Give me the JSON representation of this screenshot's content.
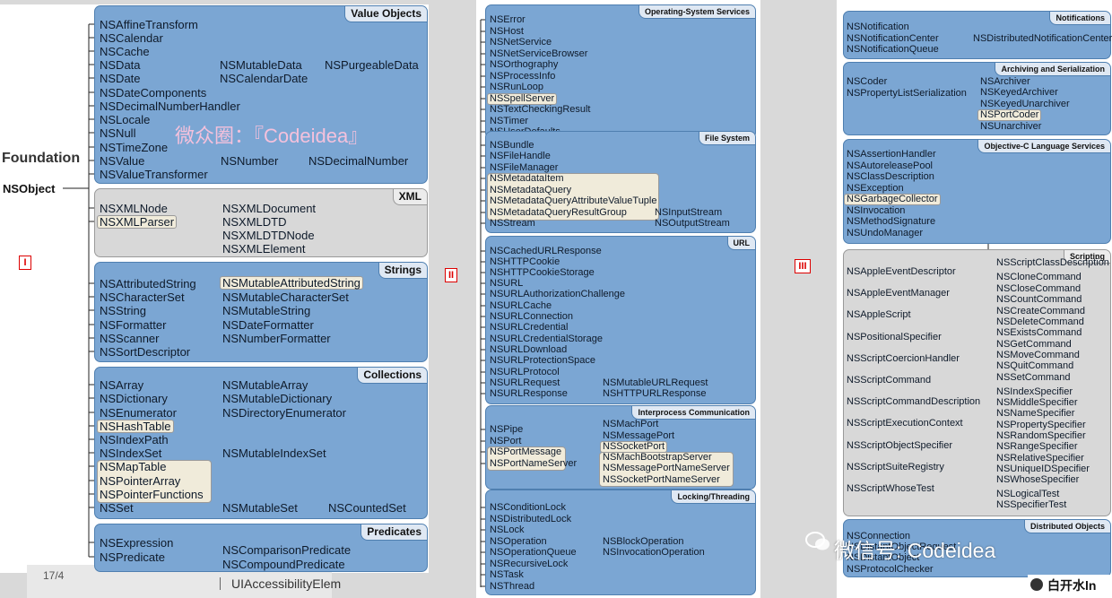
{
  "panel1": {
    "root": "NSObject",
    "foundation": "Foundation",
    "roman": "I",
    "watermark": "微众圈：『Codeidea』",
    "value_objects": {
      "title": "Value Objects",
      "items": [
        "NSAffineTransform",
        "NSCalendar",
        "NSCache",
        "NSData",
        "NSDate",
        "NSDateComponents",
        "NSDecimalNumberHandler",
        "NSLocale",
        "NSNull",
        "NSTimeZone",
        "NSValue",
        "NSValueTransformer"
      ],
      "mutable_data": "NSMutableData",
      "purgeable_data": "NSPurgeableData",
      "calendar_date": "NSCalendarDate",
      "number": "NSNumber",
      "decimal_number": "NSDecimalNumber"
    },
    "xml": {
      "title": "XML",
      "node": "NSXMLNode",
      "parser": "NSXMLParser",
      "children": [
        "NSXMLDocument",
        "NSXMLDTD",
        "NSXMLDTDNode",
        "NSXMLElement"
      ]
    },
    "strings": {
      "title": "Strings",
      "left": [
        "NSAttributedString",
        "NSCharacterSet",
        "NSString",
        "NSFormatter",
        "NSScanner",
        "NSSortDescriptor"
      ],
      "right": [
        "NSMutableAttributedString",
        "NSMutableCharacterSet",
        "NSMutableString",
        "NSDateFormatter",
        "NSNumberFormatter"
      ]
    },
    "collections": {
      "title": "Collections",
      "left": [
        "NSArray",
        "NSDictionary",
        "NSEnumerator",
        "NSHashTable",
        "NSIndexPath",
        "NSIndexSet",
        "NSMapTable",
        "NSPointerArray",
        "NSPointerFunctions",
        "NSSet"
      ],
      "right": [
        "NSMutableArray",
        "NSMutableDictionary",
        "NSDirectoryEnumerator",
        "NSMutableIndexSet",
        "NSMutableSet",
        "NSCountedSet"
      ]
    },
    "predicates": {
      "title": "Predicates",
      "left": [
        "NSExpression",
        "NSPredicate"
      ],
      "right": [
        "NSComparisonPredicate",
        "NSCompoundPredicate"
      ]
    },
    "footer_num": "17/4",
    "footer_text": "UIAccessibilityElem"
  },
  "panel2": {
    "roman": "II",
    "os": {
      "title": "Operating-System Services",
      "items": [
        "NSError",
        "NSHost",
        "NSNetService",
        "NSNetServiceBrowser",
        "NSOrthography",
        "NSProcessInfo",
        "NSRunLoop",
        "NSSpellServer",
        "NSTextCheckingResult",
        "NSTimer",
        "NSUserDefaults"
      ]
    },
    "fs": {
      "title": "File System",
      "items": [
        "NSBundle",
        "NSFileHandle",
        "NSFileManager",
        "NSMetadataItem",
        "NSMetadataQuery",
        "NSMetadataQueryAttributeValueTuple",
        "NSMetadataQueryResultGroup",
        "NSStream"
      ],
      "stream_children": [
        "NSInputStream",
        "NSOutputStream"
      ]
    },
    "url": {
      "title": "URL",
      "items": [
        "NSCachedURLResponse",
        "NSHTTPCookie",
        "NSHTTPCookieStorage",
        "NSURL",
        "NSURLAuthorizationChallenge",
        "NSURLCache",
        "NSURLConnection",
        "NSURLCredential",
        "NSURLCredentialStorage",
        "NSURLDownload",
        "NSURLProtectionSpace",
        "NSURLProtocol",
        "NSURLRequest",
        "NSURLResponse"
      ],
      "mutable_request": "NSMutableURLRequest",
      "http_response": "NSHTTPURLResponse"
    },
    "ipc": {
      "title": "Interprocess Communication",
      "items": [
        "NSPipe",
        "NSPort",
        "NSPortMessage",
        "NSPortNameServer"
      ],
      "ports": [
        "NSMachPort",
        "NSMessagePort",
        "NSSocketPort"
      ],
      "servers": [
        "NSMachBootstrapServer",
        "NSMessagePortNameServer",
        "NSSocketPortNameServer"
      ]
    },
    "lock": {
      "title": "Locking/Threading",
      "items": [
        "NSConditionLock",
        "NSDistributedLock",
        "NSLock",
        "NSOperation",
        "NSOperationQueue",
        "NSRecursiveLock",
        "NSTask",
        "NSThread"
      ],
      "op_children": [
        "NSBlockOperation",
        "NSInvocationOperation"
      ]
    }
  },
  "panel3": {
    "roman": "III",
    "notif": {
      "title": "Notifications",
      "items": [
        "NSNotification",
        "NSNotificationCenter",
        "NSNotificationQueue"
      ],
      "distributed": "NSDistributedNotificationCenter"
    },
    "arch": {
      "title": "Archiving and Serialization",
      "items": [
        "NSCoder",
        "NSPropertyListSerialization"
      ],
      "coders": [
        "NSArchiver",
        "NSKeyedArchiver",
        "NSKeyedUnarchiver",
        "NSPortCoder",
        "NSUnarchiver"
      ]
    },
    "objc": {
      "title": "Objective-C Language Services",
      "items": [
        "NSAssertionHandler",
        "NSAutoreleasePool",
        "NSClassDescription",
        "NSException",
        "NSGarbageCollector",
        "NSInvocation",
        "NSMethodSignature",
        "NSUndoManager"
      ],
      "script_class": "NSScriptClassDescription"
    },
    "scripting": {
      "title": "Scripting",
      "items": [
        "NSAppleEventDescriptor",
        "NSAppleEventManager",
        "NSAppleScript",
        "NSPositionalSpecifier",
        "NSScriptCoercionHandler",
        "NSScriptCommand",
        "NSScriptCommandDescription",
        "NSScriptExecutionContext",
        "NSScriptObjectSpecifier",
        "NSScriptSuiteRegistry",
        "NSScriptWhoseTest"
      ],
      "commands": [
        "NSCloneCommand",
        "NSCloseCommand",
        "NSCountCommand",
        "NSCreateCommand",
        "NSDeleteCommand",
        "NSExistsCommand",
        "NSGetCommand",
        "NSMoveCommand",
        "NSQuitCommand",
        "NSSetCommand"
      ],
      "specifiers": [
        "NSIndexSpecifier",
        "NSMiddleSpecifier",
        "NSNameSpecifier",
        "NSPropertySpecifier",
        "NSRandomSpecifier",
        "NSRangeSpecifier",
        "NSRelativeSpecifier",
        "NSUniqueIDSpecifier",
        "NSWhoseSpecifier"
      ],
      "tests": [
        "NSLogicalTest",
        "NSSpecifierTest"
      ]
    },
    "dist": {
      "title": "Distributed Objects",
      "items": [
        "NSConnection",
        "NSDistantObjectRequest",
        "NSDistantObject",
        "NSProtocolChecker"
      ]
    },
    "wechat": "微信号: Codeidea",
    "brand": "白开水ln"
  }
}
